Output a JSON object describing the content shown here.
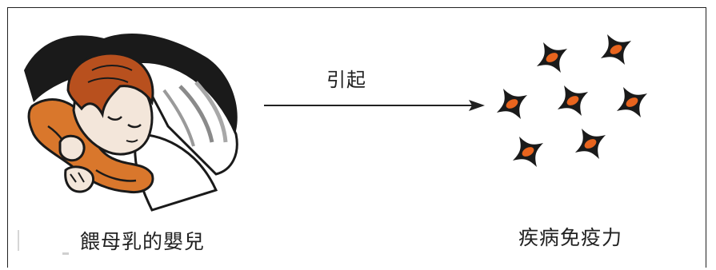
{
  "diagram": {
    "arrow_label": "引起",
    "left_caption": "餵母乳的嬰兒",
    "right_caption": "疾病免疫力"
  },
  "colors": {
    "line": "#222222",
    "cell_fill": "#e8641e",
    "cell_outline": "#1a1a1a",
    "skin": "#f3e6da",
    "hair": "#b8501e",
    "shirt": "#d9772c"
  },
  "icons": {
    "left_illustration": "nursing-baby",
    "right_illustration": "immune-cells",
    "connector": "arrow-right"
  }
}
